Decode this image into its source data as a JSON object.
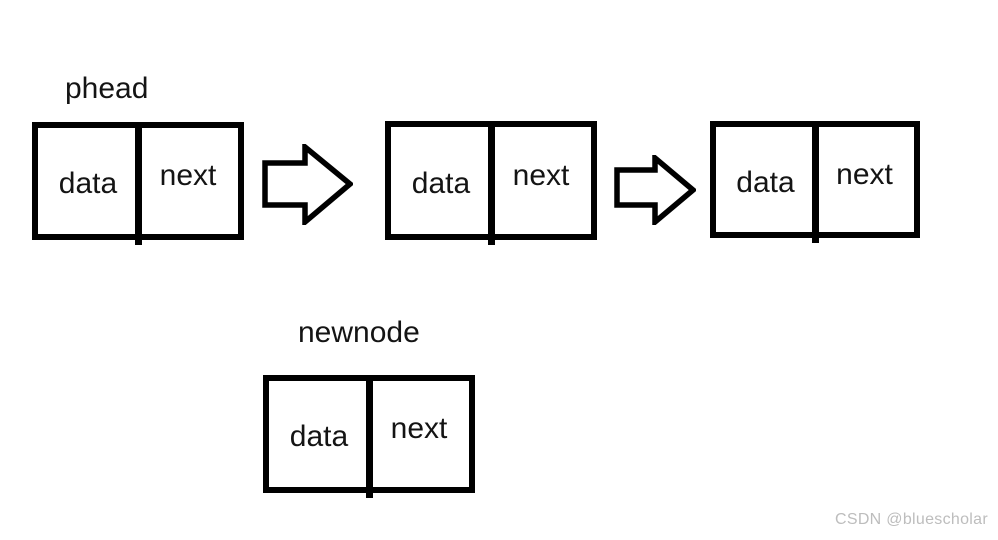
{
  "diagram": {
    "description": "singly linked list with head pointer and a detached new node",
    "pointer_labels": {
      "phead": "phead",
      "newnode": "newnode"
    },
    "nodes": [
      {
        "name": "node-1",
        "data": "data",
        "next": "next"
      },
      {
        "name": "node-2",
        "data": "data",
        "next": "next"
      },
      {
        "name": "node-3",
        "data": "data",
        "next": "next"
      },
      {
        "name": "newnode",
        "data": "data",
        "next": "next"
      }
    ],
    "arrows": [
      {
        "name": "arrow-1",
        "direction": "right",
        "from": "node-1",
        "to": "node-2"
      },
      {
        "name": "arrow-2",
        "direction": "right",
        "from": "node-2",
        "to": "node-3"
      }
    ]
  },
  "watermark": {
    "text": "CSDN @bluescholar",
    "color": "#bdbdbd"
  },
  "colors": {
    "background": "#ffffff",
    "stroke": "#000000",
    "text": "#141414"
  }
}
